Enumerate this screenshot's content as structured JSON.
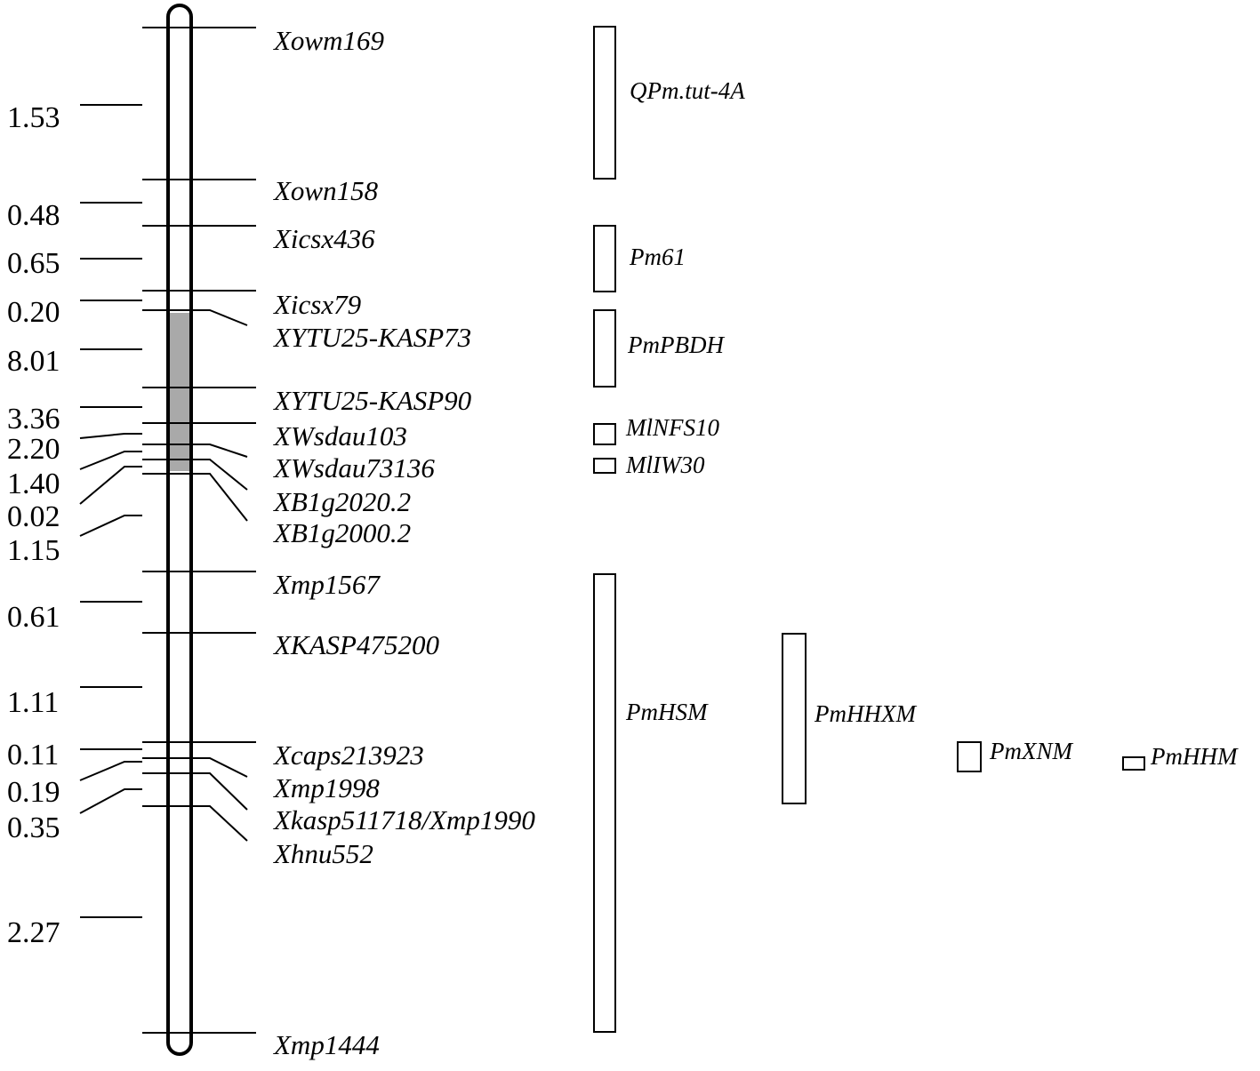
{
  "chromosome": {
    "distances": [
      "1.53",
      "0.48",
      "0.65",
      "0.20",
      "8.01",
      "3.36",
      "2.20",
      "1.40",
      "0.02",
      "1.15",
      "0.61",
      "1.11",
      "0.11",
      "0.19",
      "0.35",
      "2.27"
    ],
    "markers": [
      "Xowm169",
      "Xown158",
      "Xicsx436",
      "Xicsx79",
      "XYTU25-KASP73",
      "XYTU25-KASP90",
      "XWsdau103",
      "XWsdau73136",
      "XB1g2020.2",
      "XB1g2000.2",
      "Xmp1567",
      "XKASP475200",
      "Xcaps213923",
      "Xmp1998",
      "Xkasp511718/Xmp1990",
      "Xhnu552",
      "Xmp1444"
    ]
  },
  "genes": [
    "QPm.tut-4A",
    "Pm61",
    "PmPBDH",
    "MlNFS10",
    "MlIW30",
    "PmHSM",
    "PmHHXM",
    "PmXNM",
    "PmHHM"
  ],
  "colors": {
    "line": "#000000",
    "highlight": "#a9a9a9",
    "background": "#ffffff"
  }
}
